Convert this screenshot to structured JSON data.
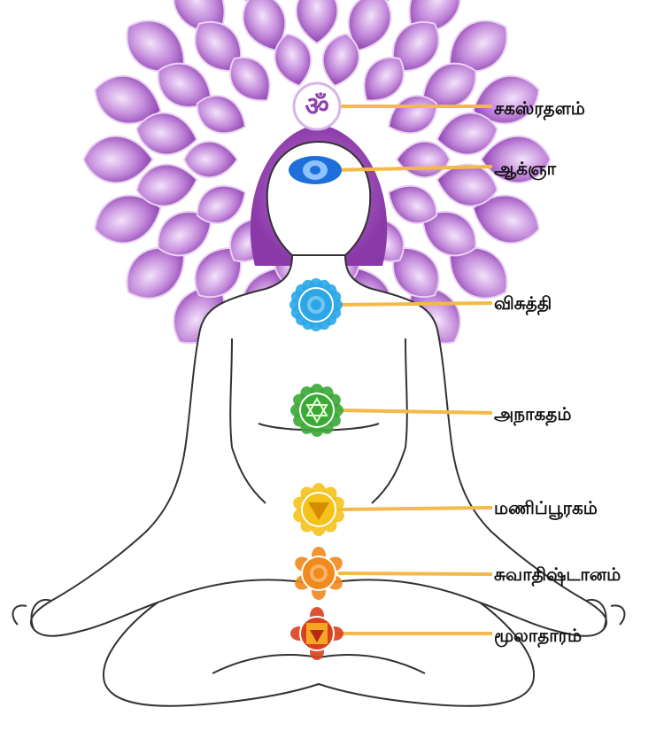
{
  "chakras": [
    {
      "label": "சகஸ்ரதளம்",
      "color": "#8e44ad"
    },
    {
      "label": "ஆக்ஞா",
      "color": "#1e6fd9"
    },
    {
      "label": "விசுத்தி",
      "color": "#2ba7e8"
    },
    {
      "label": "அநாகதம்",
      "color": "#3aa935"
    },
    {
      "label": "மணிப்பூரகம்",
      "color": "#f5c21b"
    },
    {
      "label": "சுவாதிஷ்டானம்",
      "color": "#f08a1c"
    },
    {
      "label": "மூலாதாரம்",
      "color": "#d9401e"
    }
  ],
  "om_symbol": "ॐ",
  "colors": {
    "leader_line": "#f3b94a",
    "body_outline": "#333333",
    "lotus_petal": "#a45bc4",
    "lotus_petal_light": "#d8b4ea"
  }
}
